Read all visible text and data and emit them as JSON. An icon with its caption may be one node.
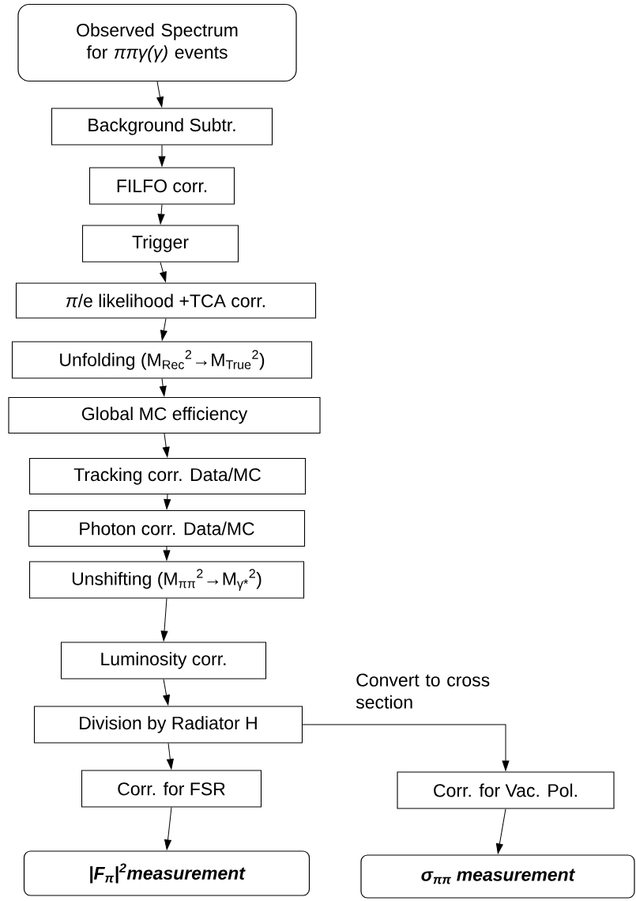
{
  "diagram": {
    "nodes": [
      {
        "text": [
          "Observed Spectrum for *ππγ(γ)* events"
        ]
      },
      {
        "text": [
          "Background Subtr."
        ]
      },
      {
        "text": [
          "FILFO corr."
        ]
      },
      {
        "text": [
          "Trigger"
        ]
      },
      {
        "text": [
          "*π*/e likelihood +TCA corr."
        ]
      },
      {
        "text": [
          "Unfolding (M$_{Rec}$$^{2}$→M$_{True}$$^{2}$)"
        ]
      },
      {
        "text": [
          "Global MC efficiency"
        ]
      },
      {
        "text": [
          "Tracking corr. Data/MC"
        ]
      },
      {
        "text": [
          "Photon corr. Data/MC"
        ]
      },
      {
        "text": [
          "Unshifting (M$_{ππ}$$^{2}$→M$_{γ*}$$^{2}$)"
        ]
      },
      {
        "text": [
          "Luminosity corr."
        ]
      },
      {
        "text": [
          "Division by Radiator H"
        ]
      },
      {
        "text": [
          "Corr. for FSR"
        ]
      },
      {
        "text": [
          "Corr. for Vac. Pol."
        ]
      },
      {
        "text": [
          "|F$_{π}$|$^{2}$measurement"
        ]
      },
      {
        "text": [
          "σ$_{ππ}$ measurement"
        ]
      }
    ],
    "edges": [
      {
        "from": 0,
        "to": 1,
        "arrow": "to"
      },
      {
        "from": 1,
        "to": 2,
        "arrow": "to"
      },
      {
        "from": 2,
        "to": 3,
        "arrow": "to"
      },
      {
        "from": 3,
        "to": 4,
        "arrow": "to"
      },
      {
        "from": 4,
        "to": 5,
        "arrow": "to"
      },
      {
        "from": 5,
        "to": 6,
        "arrow": "to"
      },
      {
        "from": 6,
        "to": 7,
        "arrow": "to"
      },
      {
        "from": 7,
        "to": 8,
        "arrow": "to"
      },
      {
        "from": 8,
        "to": 9,
        "arrow": "to"
      },
      {
        "from": 9,
        "to": 10,
        "arrow": "to"
      },
      {
        "from": 10,
        "to": 11,
        "arrow": "to"
      },
      {
        "from": 11,
        "to": 12,
        "arrow": "to"
      },
      {
        "from": 12,
        "to": 14,
        "arrow": "to"
      },
      {
        "from": 11,
        "to": 13,
        "arrow": "to",
        "label": "Convert to cross section"
      },
      {
        "from": 13,
        "to": 15,
        "arrow": "to"
      }
    ]
  }
}
